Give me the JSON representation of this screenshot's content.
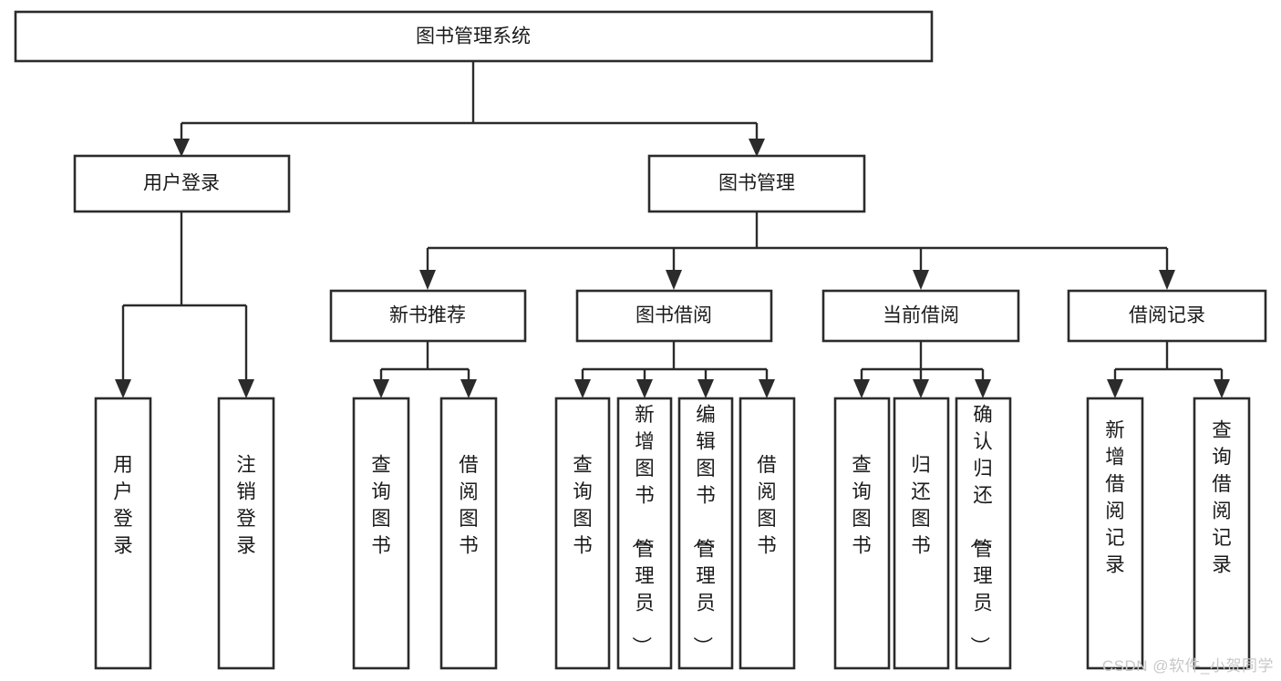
{
  "diagram": {
    "type": "tree-hierarchy",
    "title": "图书管理系统",
    "watermark": "CSDN @软件_小贺同学",
    "root": {
      "id": "root",
      "label": "图书管理系统"
    },
    "level2": [
      {
        "id": "user-login",
        "label": "用户登录"
      },
      {
        "id": "book-management",
        "label": "图书管理"
      }
    ],
    "level3": [
      {
        "id": "new-book-recommend",
        "label": "新书推荐"
      },
      {
        "id": "book-borrow",
        "label": "图书借阅"
      },
      {
        "id": "current-borrow",
        "label": "当前借阅"
      },
      {
        "id": "borrow-record",
        "label": "借阅记录"
      }
    ],
    "leaves": {
      "user_login": [
        {
          "id": "leaf-user-login",
          "label": "用户登录"
        },
        {
          "id": "leaf-logout-login",
          "label": "注销登录"
        }
      ],
      "new_book_recommend": [
        {
          "id": "leaf-query-book-1",
          "label": "查询图书"
        },
        {
          "id": "leaf-borrow-book-1",
          "label": "借阅图书"
        }
      ],
      "book_borrow": [
        {
          "id": "leaf-query-book-2",
          "label": "查询图书"
        },
        {
          "id": "leaf-add-book",
          "label": "新增图书（管理员）"
        },
        {
          "id": "leaf-edit-book",
          "label": "编辑图书（管理员）"
        },
        {
          "id": "leaf-borrow-book-2",
          "label": "借阅图书"
        }
      ],
      "current_borrow": [
        {
          "id": "leaf-query-book-3",
          "label": "查询图书"
        },
        {
          "id": "leaf-return-book",
          "label": "归还图书"
        },
        {
          "id": "leaf-confirm-return",
          "label": "确认归还（管理员）"
        }
      ],
      "borrow_record": [
        {
          "id": "leaf-add-record",
          "label": "新增借阅记录"
        },
        {
          "id": "leaf-query-record",
          "label": "查询借阅记录"
        }
      ]
    },
    "colors": {
      "background": "#ffffff",
      "box_stroke": "#2b2b2b",
      "box_fill": "#ffffff",
      "text": "#1a1a1a",
      "watermark": "#c8c8c8"
    }
  }
}
